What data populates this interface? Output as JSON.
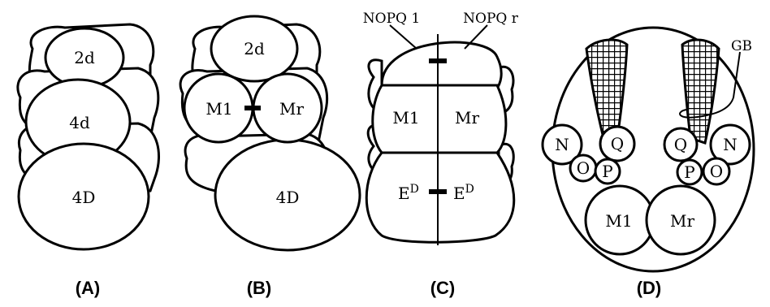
{
  "panels": {
    "a": {
      "label": "(A)",
      "cells": {
        "top": "2d",
        "middle": "4d",
        "bottom": "4D"
      }
    },
    "b": {
      "label": "(B)",
      "cells": {
        "top": "2d",
        "left": "M1",
        "right": "Mr",
        "bottom": "4D"
      }
    },
    "c": {
      "label": "(C)",
      "callouts": {
        "left": "NOPQ 1",
        "right": "NOPQ r"
      },
      "cells": {
        "left": "M1",
        "right": "Mr",
        "bottom_left": "E",
        "bottom_right": "E",
        "superscript": "D"
      }
    },
    "d": {
      "label": "(D)",
      "callout": "GB",
      "left_cells": {
        "n": "N",
        "q": "Q",
        "o": "O",
        "p": "P"
      },
      "right_cells": {
        "q": "Q",
        "n": "N",
        "p": "P",
        "o": "O"
      },
      "bottom_cells": {
        "left": "M1",
        "right": "Mr"
      }
    }
  }
}
